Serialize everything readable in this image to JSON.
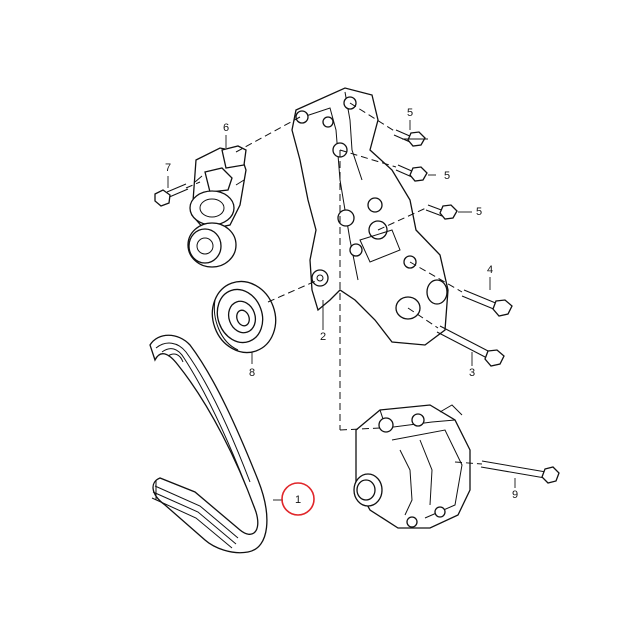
{
  "diagram": {
    "callouts": {
      "belt": "1",
      "bracket": "2",
      "bolt_lower": "3",
      "bolt_middle": "4",
      "bolt_a": "5",
      "bolt_b": "5",
      "bolt_c": "5",
      "tensioner": "6",
      "tensioner_bolt": "7",
      "idler_pulley": "8",
      "alternator_bolt": "9"
    },
    "highlighted_callout": "belt",
    "colors": {
      "line": "#111111",
      "highlight": "#e0262a",
      "background": "#ffffff"
    }
  }
}
